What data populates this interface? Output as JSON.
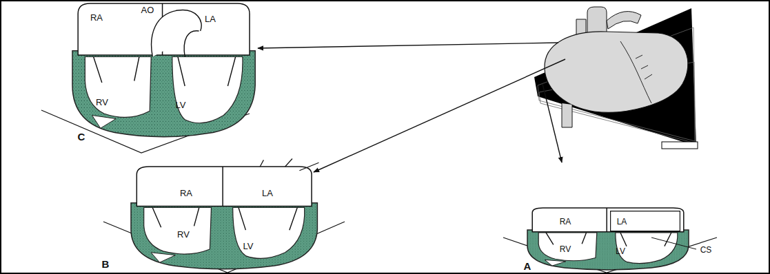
{
  "diagram": {
    "labels": [
      "RA",
      "AO",
      "LA",
      "RV",
      "LV",
      "C",
      "RA",
      "LA",
      "RV",
      "LV",
      "B",
      "RA",
      "LA",
      "CS",
      "RV",
      "LV",
      "A"
    ]
  }
}
